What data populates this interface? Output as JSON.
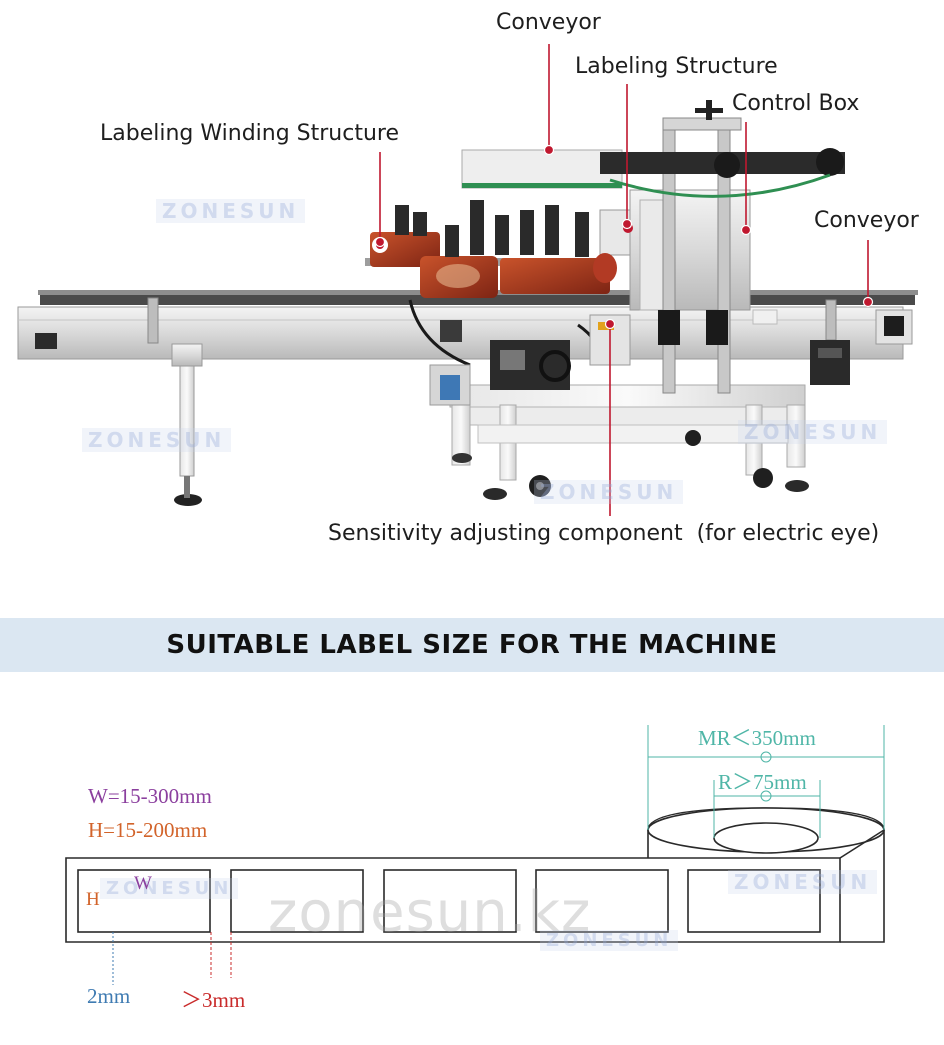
{
  "callouts": {
    "conveyor_top": "Conveyor",
    "labeling_structure": "Labeling Structure",
    "control_box": "Control Box",
    "labeling_winding_structure": "Labeling Winding Structure",
    "conveyor_right": "Conveyor",
    "sensitivity_component": "Sensitivity adjusting component  (for electric eye)"
  },
  "section_title": "SUITABLE LABEL SIZE FOR THE MACHINE",
  "label_specs": {
    "width_range": "W=15-300mm",
    "height_range": "H=15-200mm",
    "roll_outer": "MR＜350mm",
    "roll_core": "R＞75mm",
    "edge_margin": "2mm",
    "label_gap": "＞3mm",
    "w_mark": "W",
    "h_mark": "H"
  },
  "watermarks": {
    "brand": "ZONESUN",
    "site": "zonesun.kz"
  },
  "colors": {
    "callout_line": "#c0182f",
    "spec_width": "#8b3f9e",
    "spec_height": "#d2632a",
    "dimension_teal": "#4fb6a7",
    "dimension_blue": "#3f7bb2",
    "gap_red": "#c92b2b"
  }
}
